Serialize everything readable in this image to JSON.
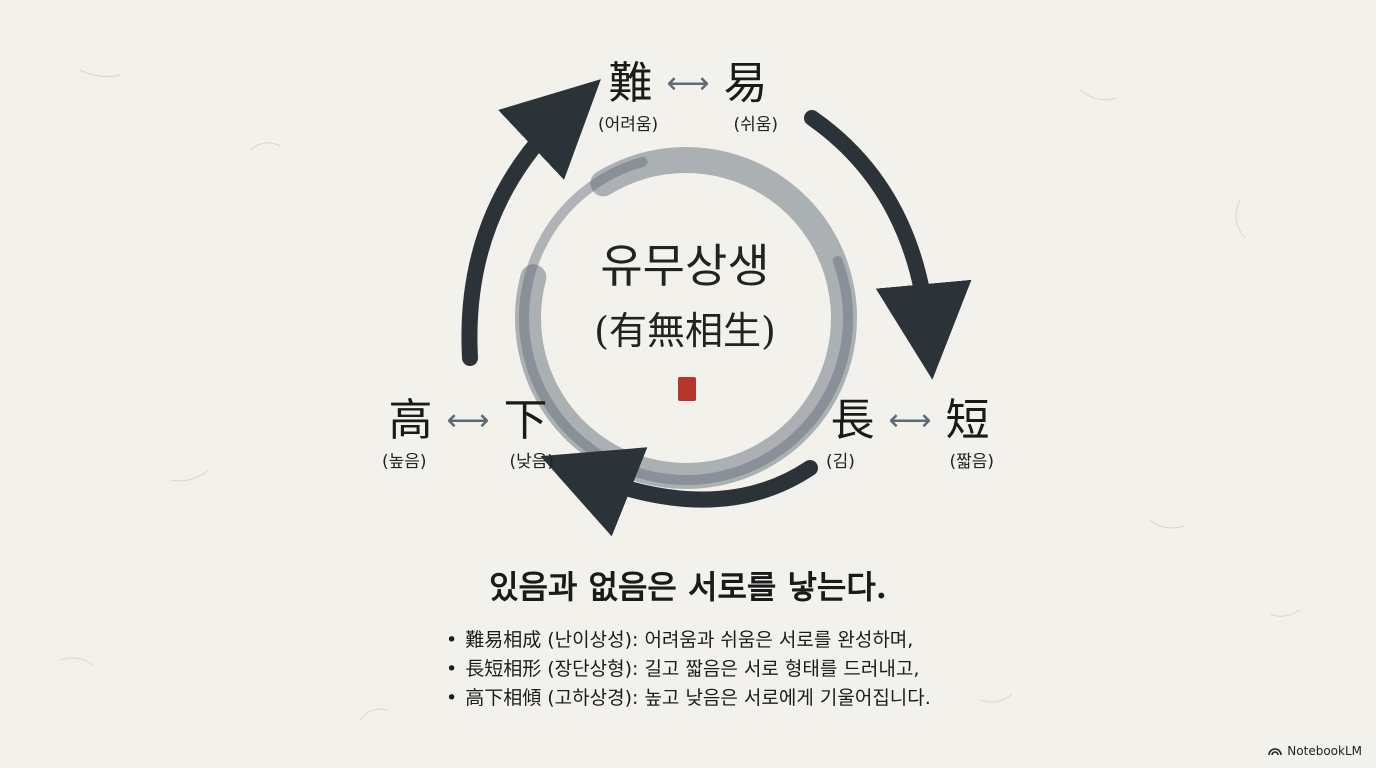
{
  "center": {
    "title": "유무상생",
    "subtitle": "(有無相生)"
  },
  "pairs": {
    "top": {
      "left_char": "難",
      "right_char": "易",
      "left_meaning": "(어려움)",
      "right_meaning": "(쉬움)",
      "arrow": "⟷"
    },
    "right": {
      "left_char": "長",
      "right_char": "短",
      "left_meaning": "(김)",
      "right_meaning": "(짧음)",
      "arrow": "⟷"
    },
    "left": {
      "left_char": "高",
      "right_char": "下",
      "left_meaning": "(높음)",
      "right_meaning": "(낮음)",
      "arrow": "⟷"
    }
  },
  "maxim": "있음과 없음은 서로를 낳는다.",
  "bullets": [
    "難易相成 (난이상성): 어려움과 쉬움은 서로를 완성하며,",
    "長短相形 (장단상형): 길고 짧음은 서로 형태를 드러내고,",
    "高下相傾 (고하상경): 높고 낮음은 서로에게 기울어집니다."
  ],
  "brand": "NotebookLM",
  "colors": {
    "background": "#f3f1ec",
    "ink_dark": "#2c3338",
    "ink_mid": "#5f6b75",
    "seal": "#b5342b"
  }
}
